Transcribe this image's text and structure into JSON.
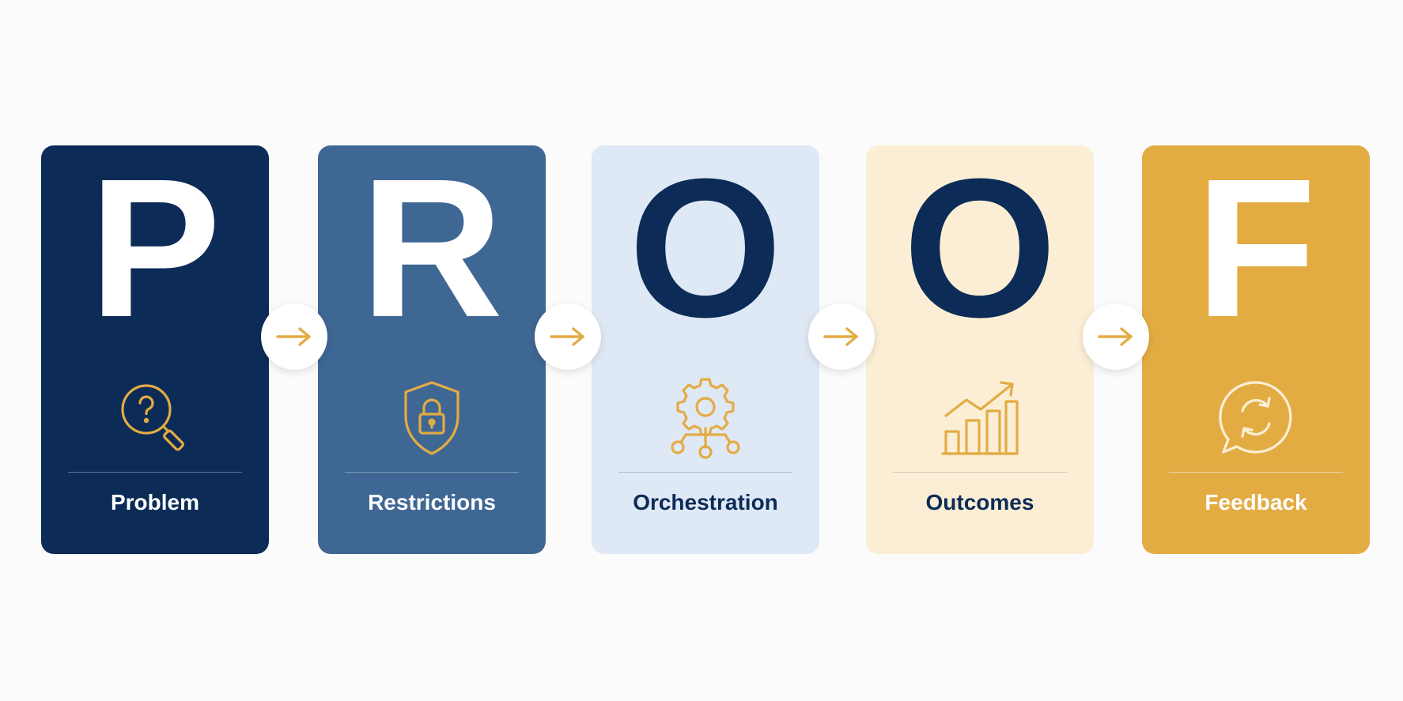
{
  "colors": {
    "navy": "#0c2c57",
    "steel": "#3f6794",
    "light_blue": "#dfe8f5",
    "cream": "#fbeed5",
    "gold": "#e3ac43",
    "white": "#ffffff"
  },
  "steps": [
    {
      "letter": "P",
      "label": "Problem",
      "icon": "magnifier-question-icon"
    },
    {
      "letter": "R",
      "label": "Restrictions",
      "icon": "shield-lock-icon"
    },
    {
      "letter": "O",
      "label": "Orchestration",
      "icon": "gear-network-icon"
    },
    {
      "letter": "O",
      "label": "Outcomes",
      "icon": "bar-chart-growth-icon"
    },
    {
      "letter": "F",
      "label": "Feedback",
      "icon": "chat-refresh-icon"
    }
  ],
  "connectors": [
    {
      "icon": "arrow-right-icon"
    },
    {
      "icon": "arrow-right-icon"
    },
    {
      "icon": "arrow-right-icon"
    },
    {
      "icon": "arrow-right-icon"
    }
  ]
}
